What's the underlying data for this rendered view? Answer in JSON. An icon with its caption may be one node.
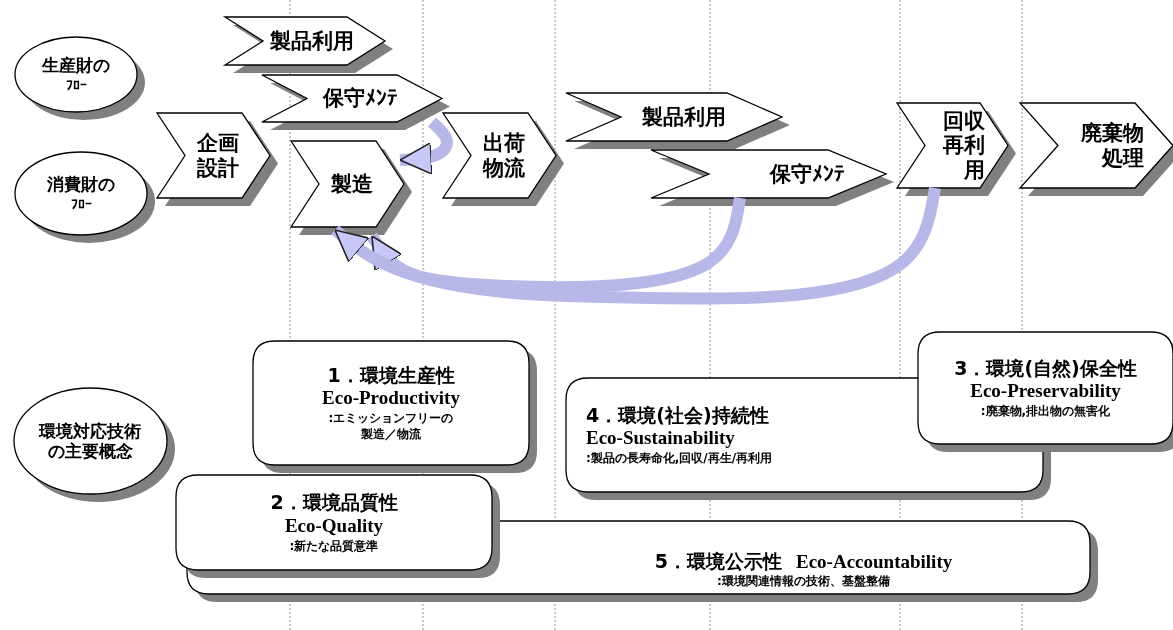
{
  "diagram": {
    "nodes": [
      {
        "text": [
          "生産財の",
          "ﾌﾛｰ"
        ]
      },
      {
        "text": [
          "消費財の",
          "ﾌﾛｰ"
        ]
      },
      {
        "text": [
          "製品利用"
        ]
      },
      {
        "text": [
          "保守ﾒﾝﾃ"
        ]
      },
      {
        "text": [
          "企画設計"
        ]
      },
      {
        "text": [
          "製造"
        ]
      },
      {
        "text": [
          "出荷物流"
        ]
      },
      {
        "text": [
          "製品利用"
        ]
      },
      {
        "text": [
          "保守ﾒﾝﾃ"
        ]
      },
      {
        "text": [
          "回収再利用"
        ]
      },
      {
        "text": [
          "廃棄物処理"
        ]
      },
      {
        "text": [
          "環境対応技術の主要概念"
        ]
      },
      {
        "text": [
          "1．環境生産性",
          "Eco-Productivity",
          ":エミッションフリーの製造／物流"
        ]
      },
      {
        "text": [
          "3．環境(自然)保全性",
          "Eco-Preservability",
          ":廃棄物,排出物の無害化"
        ]
      },
      {
        "text": [
          "4．環境(社会)持続性",
          "Eco-Sustainability",
          ":製品の長寿命化,回収/再生/再利用"
        ]
      },
      {
        "text": [
          "2．環境品質性",
          "Eco-Quality",
          ":新たな品質意準"
        ]
      },
      {
        "text": [
          "5．環境公示性",
          "Eco-Accountability",
          ":環境関連情報の技術、基盤整備"
        ]
      }
    ],
    "edges": [
      {
        "from": 3,
        "to": 5,
        "arrow": "to"
      },
      {
        "from": 8,
        "to": 5,
        "arrow": "to"
      },
      {
        "from": 9,
        "to": 5,
        "arrow": "to"
      }
    ]
  }
}
